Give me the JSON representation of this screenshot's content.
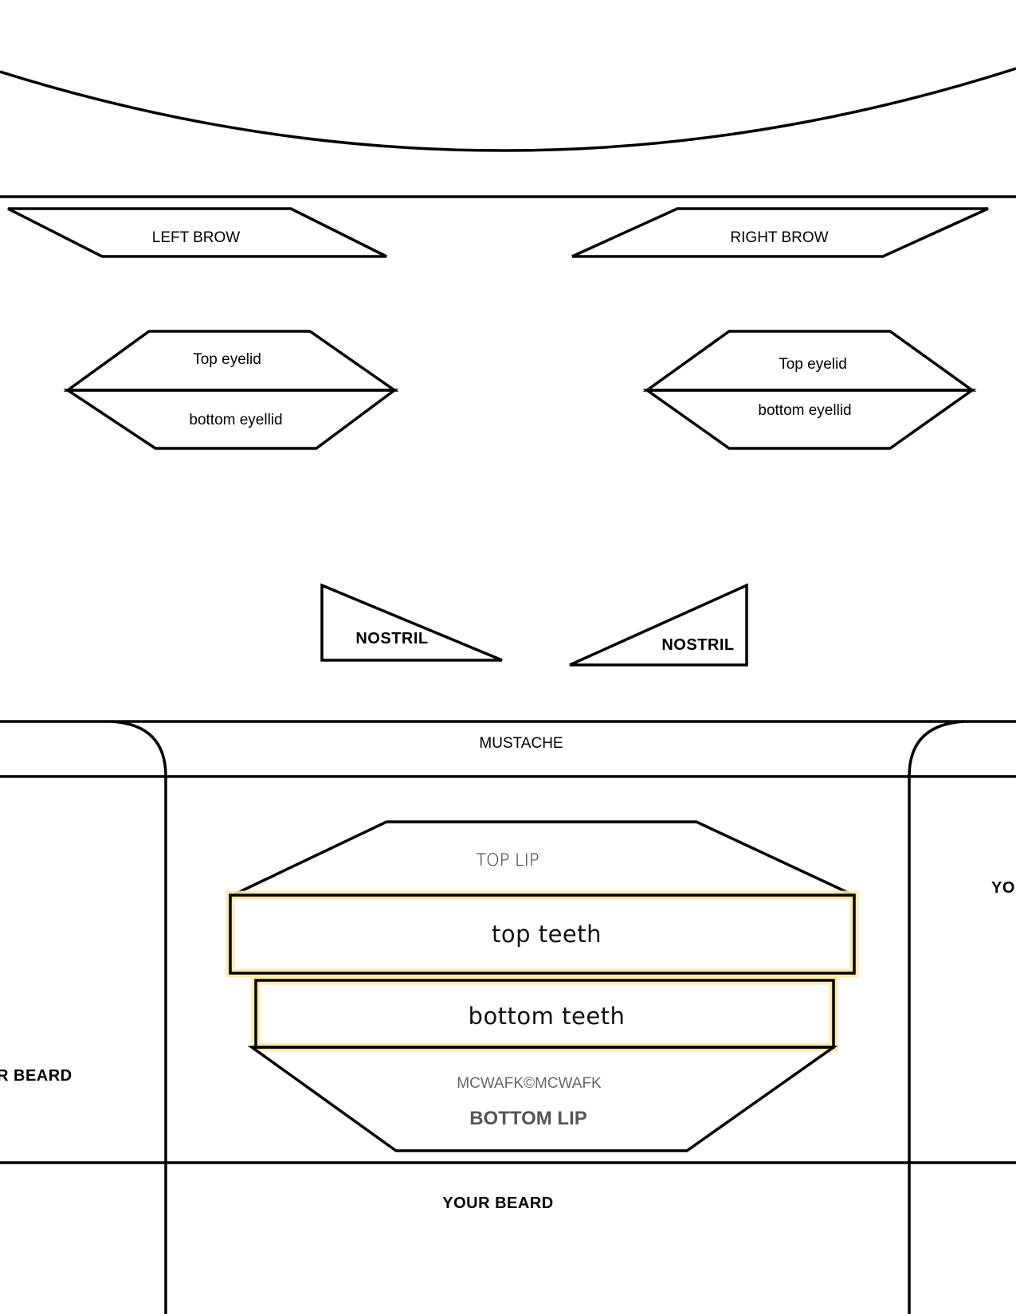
{
  "labels": {
    "left_brow": "LEFT BROW",
    "right_brow": "RIGHT BROW",
    "left_top_eyelid": "Top eyelid",
    "left_bottom_eyelid": "bottom eyellid",
    "right_top_eyelid": "Top eyelid",
    "right_bottom_eyelid": "bottom eyellid",
    "left_nostril": "NOSTRIL",
    "right_nostril": "NOSTRIL",
    "mustache": "MUSTACHE",
    "top_lip": "TOP LIP",
    "top_teeth": "top teeth",
    "bottom_teeth": "bottom teeth",
    "credit": "MCWAFK©MCWAFK",
    "bottom_lip": "BOTTOM LIP",
    "beard_left": "R BEARD",
    "beard_right": "YO",
    "beard_bottom": "YOUR BEARD"
  }
}
